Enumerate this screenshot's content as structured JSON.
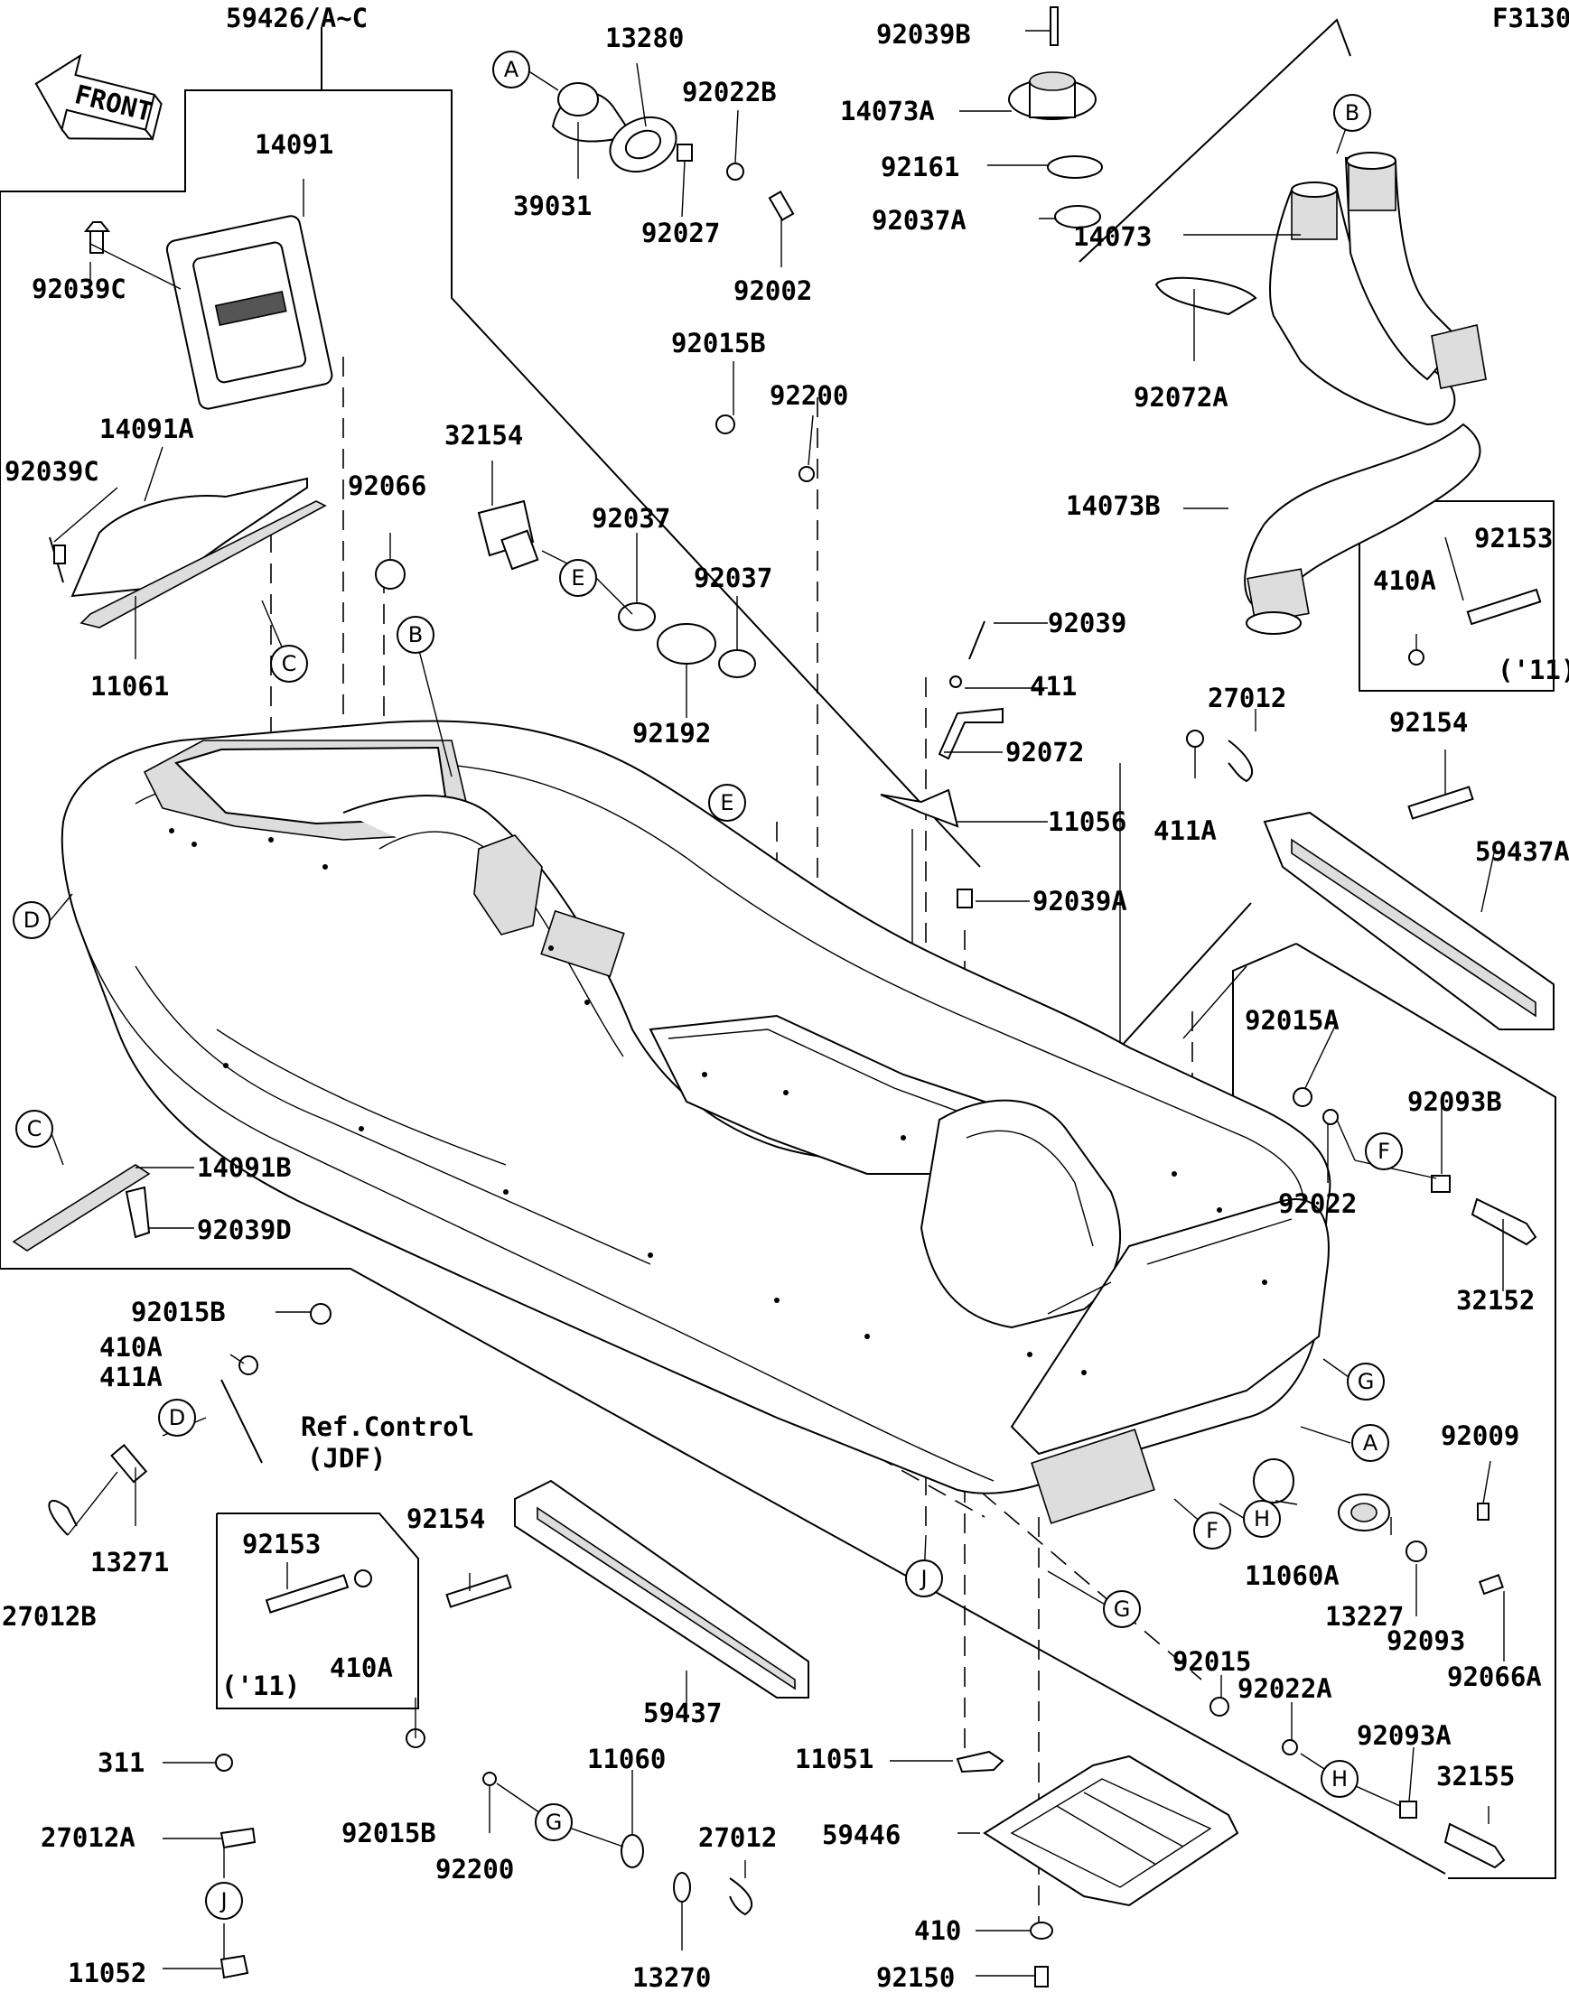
{
  "figure_code": "F3130",
  "front_arrow_label": "FRONT",
  "assembly_label": "59426/A~C",
  "reference_label_line1": "Ref.Control",
  "reference_label_line2": "(JDF)",
  "year_note": "('11)",
  "callouts": {
    "A": "A",
    "B": "B",
    "C": "C",
    "D": "D",
    "E": "E",
    "F": "F",
    "G": "G",
    "H": "H",
    "J": "J"
  },
  "parts": {
    "p13280": "13280",
    "p92039B": "92039B",
    "p92022B": "92022B",
    "p14073A": "14073A",
    "p92161": "92161",
    "p39031": "39031",
    "p92027": "92027",
    "p92037A": "92037A",
    "p92002": "92002",
    "p14073": "14073",
    "p14091": "14091",
    "p92039C_a": "92039C",
    "p92015B_a": "92015B",
    "p92200_a": "92200",
    "p92072A": "92072A",
    "p14091A": "14091A",
    "p32154": "32154",
    "p92039C_b": "92039C",
    "p92066": "92066",
    "p92037_a": "92037",
    "p92037_b": "92037",
    "p14073B": "14073B",
    "p92153_a": "92153",
    "p410A_a": "410A",
    "p11061": "11061",
    "p92192": "92192",
    "p92039": "92039",
    "p411": "411",
    "p27012_a": "27012",
    "p92154_a": "92154",
    "p92072": "92072",
    "p11056": "11056",
    "p411A_a": "411A",
    "p59437A": "59437A",
    "p92039A": "92039A",
    "p92015A": "92015A",
    "p92093B": "92093B",
    "p14091B": "14091B",
    "p92022": "92022",
    "p92039D": "92039D",
    "p32152": "32152",
    "p92015B_b": "92015B",
    "p410A_b": "410A",
    "p411A_b": "411A",
    "p92009": "92009",
    "p13271": "13271",
    "p27012B": "27012B",
    "p92153_b": "92153",
    "p92154_b": "92154",
    "p11060A": "11060A",
    "p13227": "13227",
    "p410A_c": "410A",
    "p92093": "92093",
    "p92066A": "92066A",
    "p92015": "92015",
    "p92022A": "92022A",
    "p59437": "59437",
    "p92093A": "92093A",
    "p311": "311",
    "p11060": "11060",
    "p11051": "11051",
    "p32155": "32155",
    "p27012A": "27012A",
    "p92015B_c": "92015B",
    "p27012_b": "27012",
    "p59446": "59446",
    "p92200_b": "92200",
    "p410": "410",
    "p11052": "11052",
    "p13270": "13270",
    "p92150": "92150"
  }
}
